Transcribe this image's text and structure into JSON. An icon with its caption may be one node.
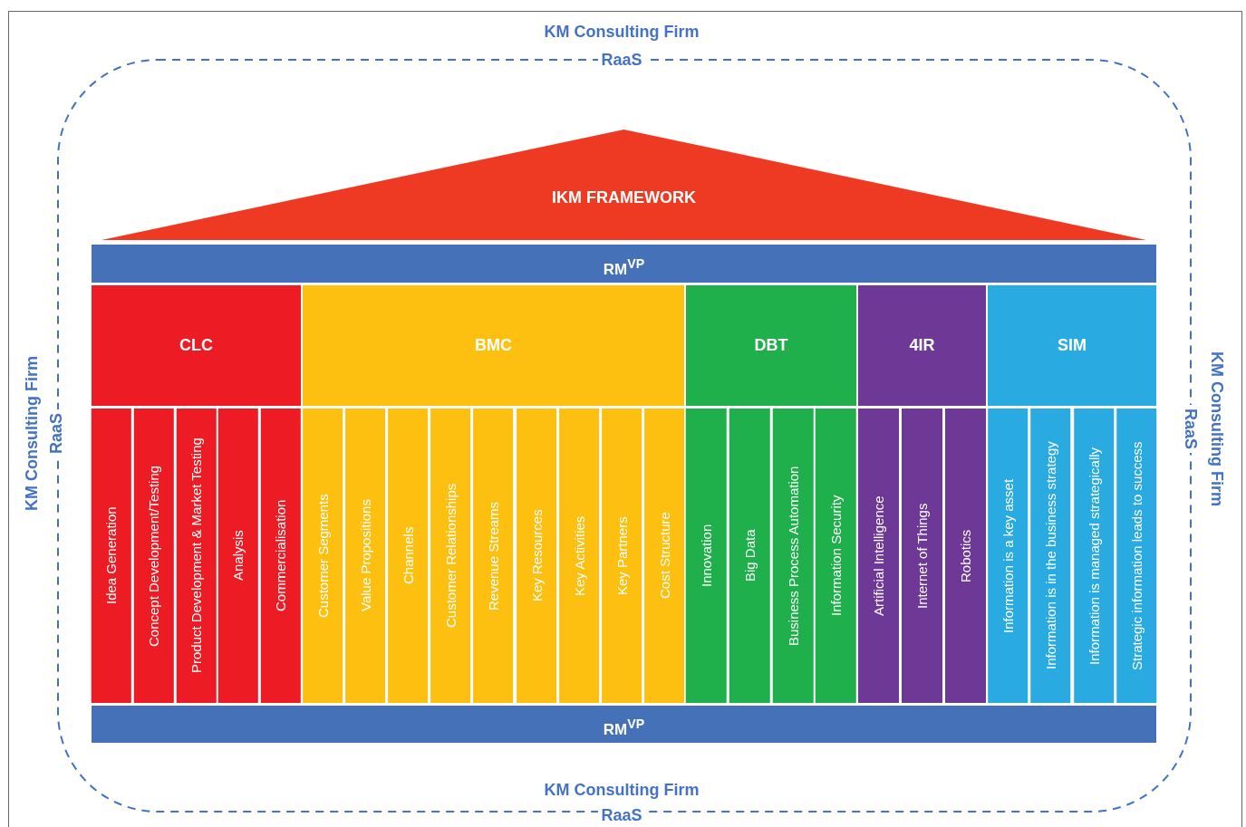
{
  "diagram": {
    "nodes": [
      {
        "text": [
          "KM Consulting Firm",
          "RaaS",
          "KM Consulting Firm",
          "RaaS",
          "KM Consulting Firm",
          "RaaS",
          "KM Consulting Firm",
          "RaaS"
        ]
      },
      {
        "text": [
          "IKM FRAMEWORK"
        ],
        "in": 0
      },
      {
        "text": [
          "RM$^{VP}$"
        ],
        "in": 0
      },
      {
        "text": [
          "CLC"
        ],
        "in": 0
      },
      {
        "text": [
          "BMC"
        ],
        "in": 0
      },
      {
        "text": [
          "DBT"
        ],
        "in": 0
      },
      {
        "text": [
          "4IR"
        ],
        "in": 0
      },
      {
        "text": [
          "SIM"
        ],
        "in": 0
      },
      {
        "text": [
          "Idea Generation"
        ],
        "in": 0
      },
      {
        "text": [
          "Concept Development/Testing"
        ],
        "in": 0
      },
      {
        "text": [
          "Product Development & Market Testing"
        ],
        "in": 0
      },
      {
        "text": [
          "Analysis"
        ],
        "in": 0
      },
      {
        "text": [
          "Commercialisation"
        ],
        "in": 0
      },
      {
        "text": [
          "Customer Segments"
        ],
        "in": 0
      },
      {
        "text": [
          "Value Propositions"
        ],
        "in": 0
      },
      {
        "text": [
          "Channels"
        ],
        "in": 0
      },
      {
        "text": [
          "Customer Relationships"
        ],
        "in": 0
      },
      {
        "text": [
          "Revenue Streams"
        ],
        "in": 0
      },
      {
        "text": [
          "Key Resources"
        ],
        "in": 0
      },
      {
        "text": [
          "Key Activities"
        ],
        "in": 0
      },
      {
        "text": [
          "Key Partners"
        ],
        "in": 0
      },
      {
        "text": [
          "Cost Structure"
        ],
        "in": 0
      },
      {
        "text": [
          "Innovation"
        ],
        "in": 0
      },
      {
        "text": [
          "Big Data"
        ],
        "in": 0
      },
      {
        "text": [
          "Business Process Automation"
        ],
        "in": 0
      },
      {
        "text": [
          "Information Security"
        ],
        "in": 0
      },
      {
        "text": [
          "Artificial Intelligence"
        ],
        "in": 0
      },
      {
        "text": [
          "Internet of Things"
        ],
        "in": 0
      },
      {
        "text": [
          "Robotics"
        ],
        "in": 0
      },
      {
        "text": [
          "Information is a key asset"
        ],
        "in": 0
      },
      {
        "text": [
          "Information is in the business strategy"
        ],
        "in": 0
      },
      {
        "text": [
          "Information is managed strategically"
        ],
        "in": 0
      },
      {
        "text": [
          "Strategic information leads to success"
        ],
        "in": 0
      },
      {
        "text": [
          "RM$^{VP}$"
        ],
        "in": 0
      }
    ]
  }
}
